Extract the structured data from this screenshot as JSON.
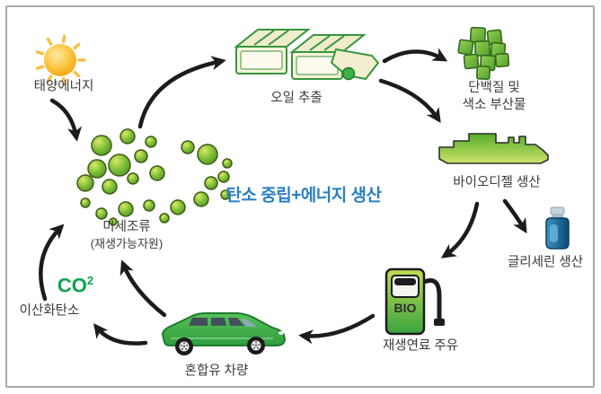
{
  "figure": {
    "caption": "탄소 중립+에너지 생산"
  },
  "nodes": {
    "solar_energy": {
      "label": "태양에너지",
      "icon": "sun-icon"
    },
    "oil_extraction": {
      "label": "오일 추출",
      "icon": "oil-extractor-icon"
    },
    "byproducts": {
      "lines": [
        "단백질 및",
        "색소 부산물"
      ],
      "icon": "protein-cubes-icon"
    },
    "biodiesel": {
      "label": "바이오디젤 생산",
      "icon": "refinery-icon"
    },
    "glycerin": {
      "label": "글리세린 생산",
      "icon": "glycerin-bottle-icon"
    },
    "refueling": {
      "label": "재생연료 주유",
      "pump_label": "BIO",
      "icon": "fuel-pump-icon"
    },
    "vehicle": {
      "label": "혼합유 차량",
      "icon": "car-icon"
    },
    "carbon_dioxide": {
      "formula": "CO",
      "formula_superscript": "2",
      "label": "이산화탄소"
    },
    "microalgae": {
      "label": "미세조류",
      "sublabel": "(재생가능자원)",
      "icon": "algae-cluster-icon"
    }
  },
  "colors": {
    "caption_blue": "#2b7fc3",
    "co2_green": "#0ca24f",
    "label_gray": "#3b3b3b",
    "arrow_black": "#1c1c1c",
    "algae_green": "#6cb32f",
    "bio_green": "#3cb043",
    "bottle_blue": "#0c4a74",
    "frame_gray": "#aaaaaa"
  }
}
